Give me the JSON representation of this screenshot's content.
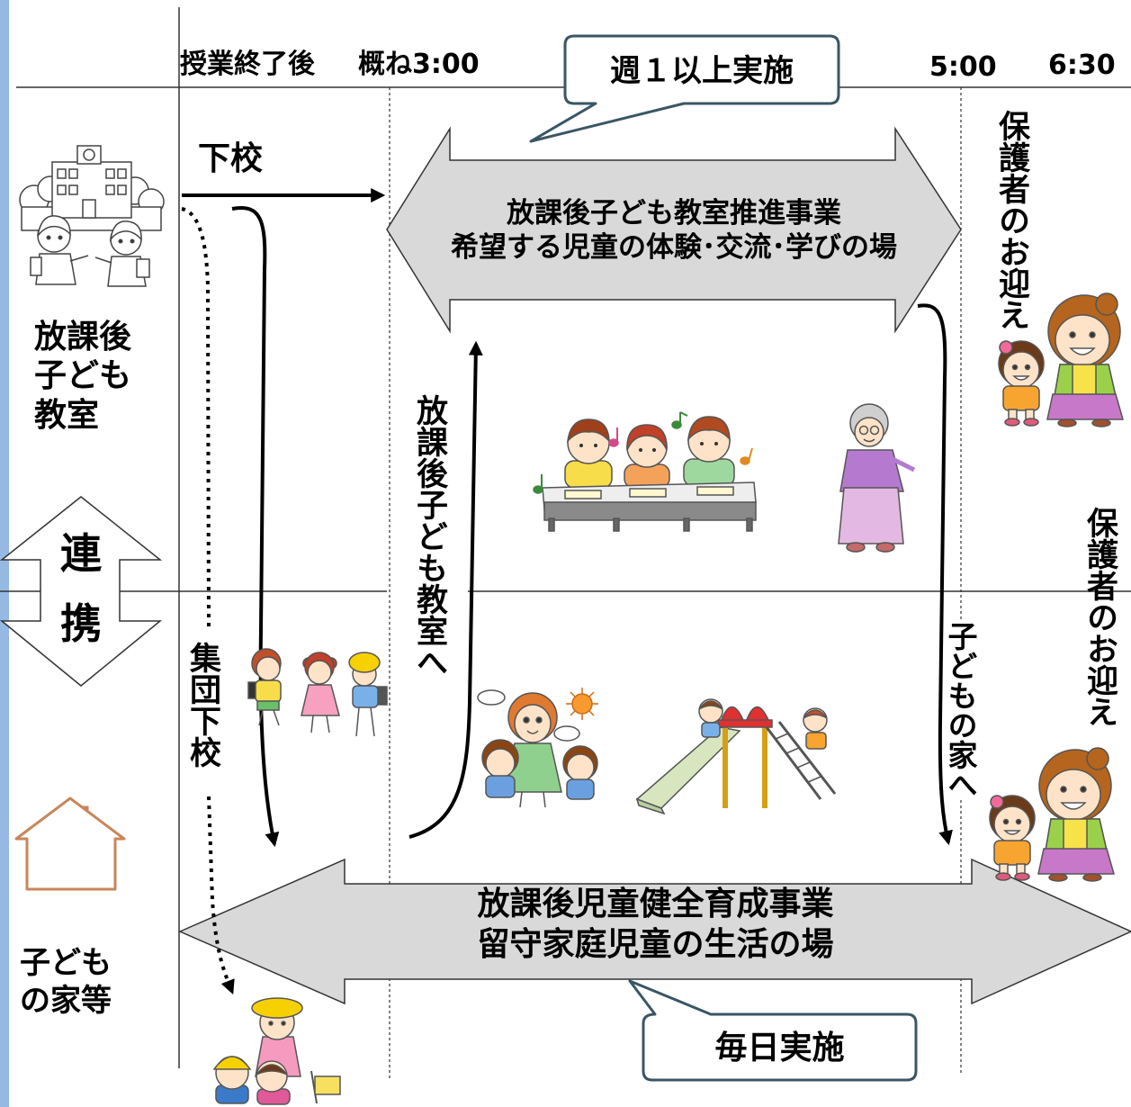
{
  "header": {
    "after_class": "授業終了後",
    "approx_start": "概ね3:00",
    "time_end_1": "5:00",
    "time_end_2": "6:30"
  },
  "callouts": {
    "weekly": "週１以上実施",
    "daily": "毎日実施"
  },
  "left_labels": {
    "kyoshitsu": [
      "放課後",
      "子ども",
      "教室"
    ],
    "kodomo_no_ie": [
      "子ども",
      "の家等"
    ]
  },
  "renkei": [
    "連",
    "携"
  ],
  "top_program": {
    "name": "放課後子ども教室推進事業",
    "description": "希望する児童の体験･交流･学びの場"
  },
  "bottom_program": {
    "name": "放課後児童健全育成事業",
    "description": "留守家庭児童の生活の場"
  },
  "flows": {
    "leave_school": "下校",
    "group_leave": "集団下校",
    "to_kyoshitsu": "放課後子ども教室へ",
    "to_ie": "子どもの家へ",
    "pickup_top": "保護者のお迎え",
    "pickup_bottom": "保護者のお迎え"
  },
  "colors": {
    "program_arrow_fill": "#d9d9d9",
    "callout_stroke": "#3a5664",
    "side_strip": "#95b9e3",
    "house_stroke": "#c8865a"
  },
  "illustrations": [
    "school-with-children-illustration",
    "classroom-children-illustration",
    "grandmother-illustration",
    "parent-and-child-illustration",
    "walking-children-illustration",
    "mother-with-children-illustration",
    "playground-slide-illustration",
    "house-icon",
    "group-walk-home-illustration"
  ]
}
